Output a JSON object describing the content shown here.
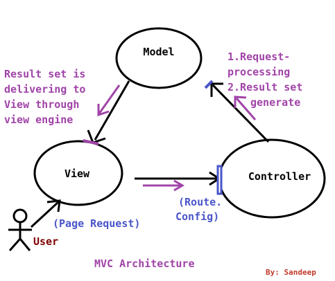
{
  "nodes": {
    "model": "Model",
    "view": "View",
    "controller": "Controller"
  },
  "annotations": {
    "result_set_lines": [
      "Result set is",
      "delivering to",
      "View through",
      "view engine"
    ],
    "request_lines": [
      "1.Request-",
      "processing",
      "2.Result set",
      "generate"
    ],
    "route_config_lines": [
      "(Route.",
      "Config)"
    ],
    "page_request": "(Page Request)",
    "user": "User"
  },
  "footer": {
    "title": "MVC Architecture",
    "author": "By: Sandeep"
  },
  "colors": {
    "purple": "#a044a8",
    "blue": "#4a55c8",
    "maroon": "#800000",
    "author": "#c0392b",
    "stroke": "#000000"
  }
}
